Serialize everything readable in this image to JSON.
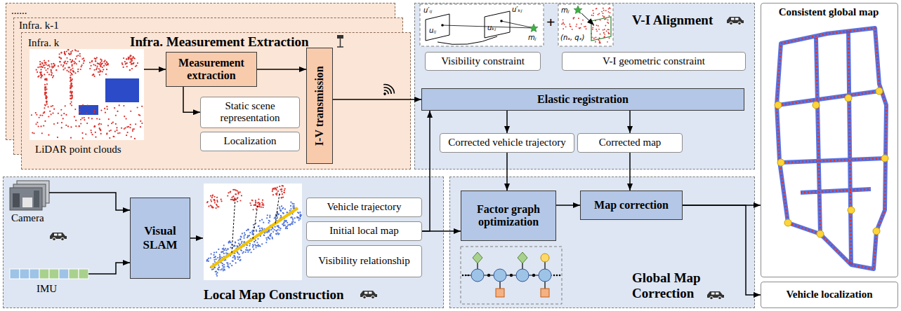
{
  "diagram": {
    "nodes": [
      {
        "text": [
          "......"
        ]
      },
      {
        "text": [
          "Infra. k-1"
        ]
      },
      {
        "text": [
          "Infra. k",
          "Infra. Measurement Extraction"
        ]
      },
      {
        "text": [
          "Measurement extraction"
        ],
        "in": 2
      },
      {
        "text": [
          "Static scene representation"
        ],
        "in": 2
      },
      {
        "text": [
          "Localization"
        ],
        "in": 2
      },
      {
        "text": [
          "I-V transmission"
        ],
        "in": 2
      },
      {
        "text": [
          "V-I Alignment"
        ]
      },
      {
        "text": [
          "Visibility constraint"
        ],
        "in": 7
      },
      {
        "text": [
          "V-I geometric constraint"
        ],
        "in": 7
      },
      {
        "text": [
          "Elastic registration"
        ],
        "in": 7
      },
      {
        "text": [
          "Corrected vehicle trajectory"
        ],
        "in": 7
      },
      {
        "text": [
          "Corrected map"
        ],
        "in": 7
      },
      {
        "text": [
          "Local Map Construction"
        ]
      },
      {
        "text": [
          "Visual SLAM"
        ],
        "in": 13
      },
      {
        "text": [
          "Vehicle trajectory"
        ],
        "in": 13
      },
      {
        "text": [
          "Initial local map"
        ],
        "in": 13
      },
      {
        "text": [
          "Visibility relationship"
        ],
        "in": 13
      },
      {
        "text": [
          "Global Map Correction"
        ]
      },
      {
        "text": [
          "Factor graph optimization"
        ],
        "in": 18
      },
      {
        "text": [
          "Map correction"
        ],
        "in": 18
      },
      {
        "text": [
          "Consistent global map"
        ]
      },
      {
        "text": [
          "Vehicle localization"
        ]
      }
    ],
    "edges": [
      {
        "from": 3,
        "to": 4,
        "arrow": "to"
      },
      {
        "from": 3,
        "to": 6,
        "arrow": "to"
      },
      {
        "from": 6,
        "to": 10,
        "arrow": "to"
      },
      {
        "from": 10,
        "to": 11,
        "arrow": "to"
      },
      {
        "from": 10,
        "to": 12,
        "arrow": "to"
      },
      {
        "from": 16,
        "to": 19,
        "arrow": "to"
      },
      {
        "from": 16,
        "to": 10,
        "arrow": "to"
      },
      {
        "from": 11,
        "to": 19,
        "arrow": "to"
      },
      {
        "from": 12,
        "to": 20,
        "arrow": "to"
      },
      {
        "from": 19,
        "to": 20,
        "arrow": "to"
      },
      {
        "from": 20,
        "to": 21,
        "arrow": "to"
      },
      {
        "from": 20,
        "to": 22,
        "arrow": "to"
      }
    ],
    "labels": [
      "LiDAR point clouds",
      "Camera",
      "IMU",
      "+",
      "u′ᵢⱼ",
      "uᵢⱼ",
      "uₖⱼ",
      "u′ₖⱼ",
      "mⱼ",
      "mⱼ",
      "(nₛ, qₛ)"
    ]
  }
}
